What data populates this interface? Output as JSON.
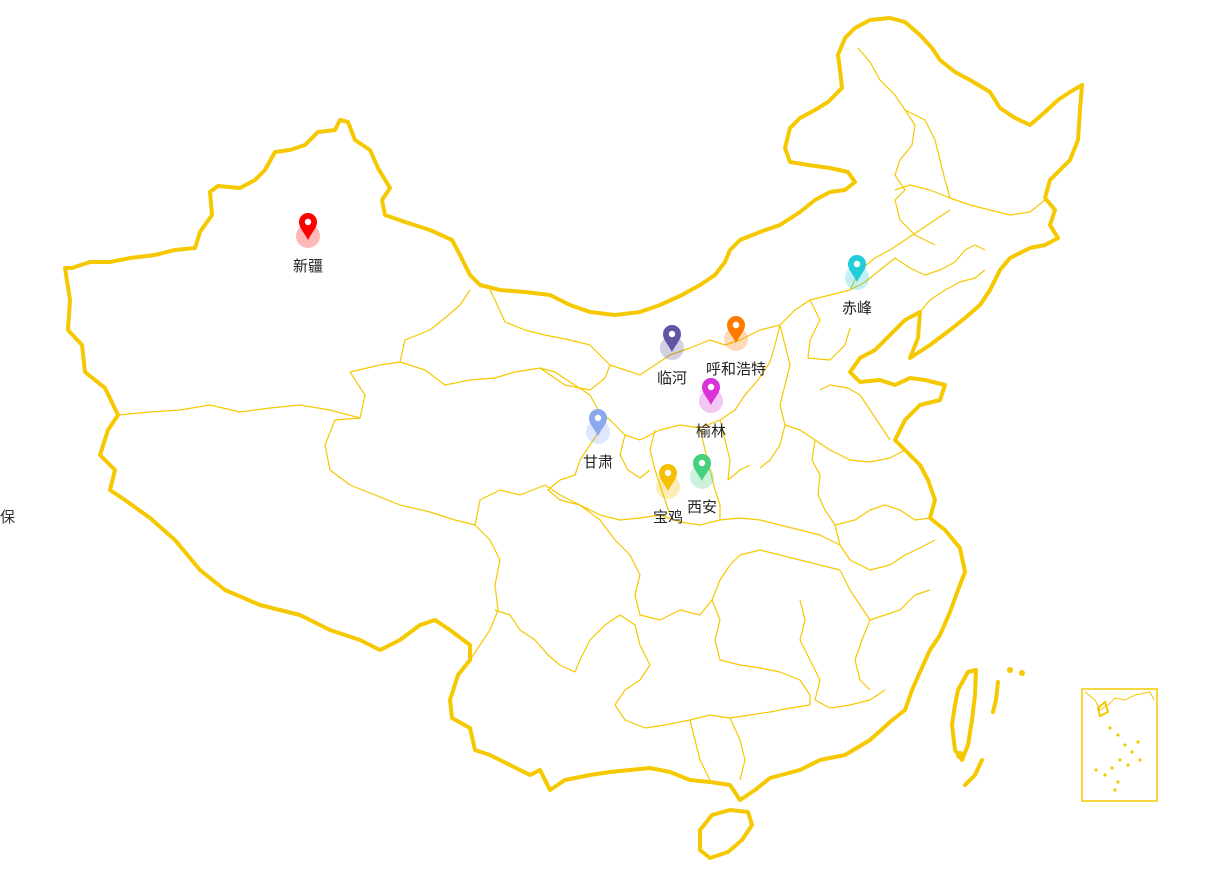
{
  "map": {
    "colors": {
      "border": "#f5c800",
      "province_line": "#f5c800",
      "background": "#ffffff"
    }
  },
  "left_edge_label": "保",
  "markers": [
    {
      "id": "xinjiang",
      "label": "新疆",
      "color": "#ff0000"
    },
    {
      "id": "chifeng",
      "label": "赤峰",
      "color": "#22ccd8"
    },
    {
      "id": "hohhot",
      "label": "呼和浩特",
      "color": "#ff7a00"
    },
    {
      "id": "linhe",
      "label": "临河",
      "color": "#5e55a3"
    },
    {
      "id": "yulin",
      "label": "榆林",
      "color": "#d832d8"
    },
    {
      "id": "gansu",
      "label": "甘肃",
      "color": "#8aa8f0"
    },
    {
      "id": "xian",
      "label": "西安",
      "color": "#44d07c"
    },
    {
      "id": "baoji",
      "label": "宝鸡",
      "color": "#f5c000"
    }
  ]
}
